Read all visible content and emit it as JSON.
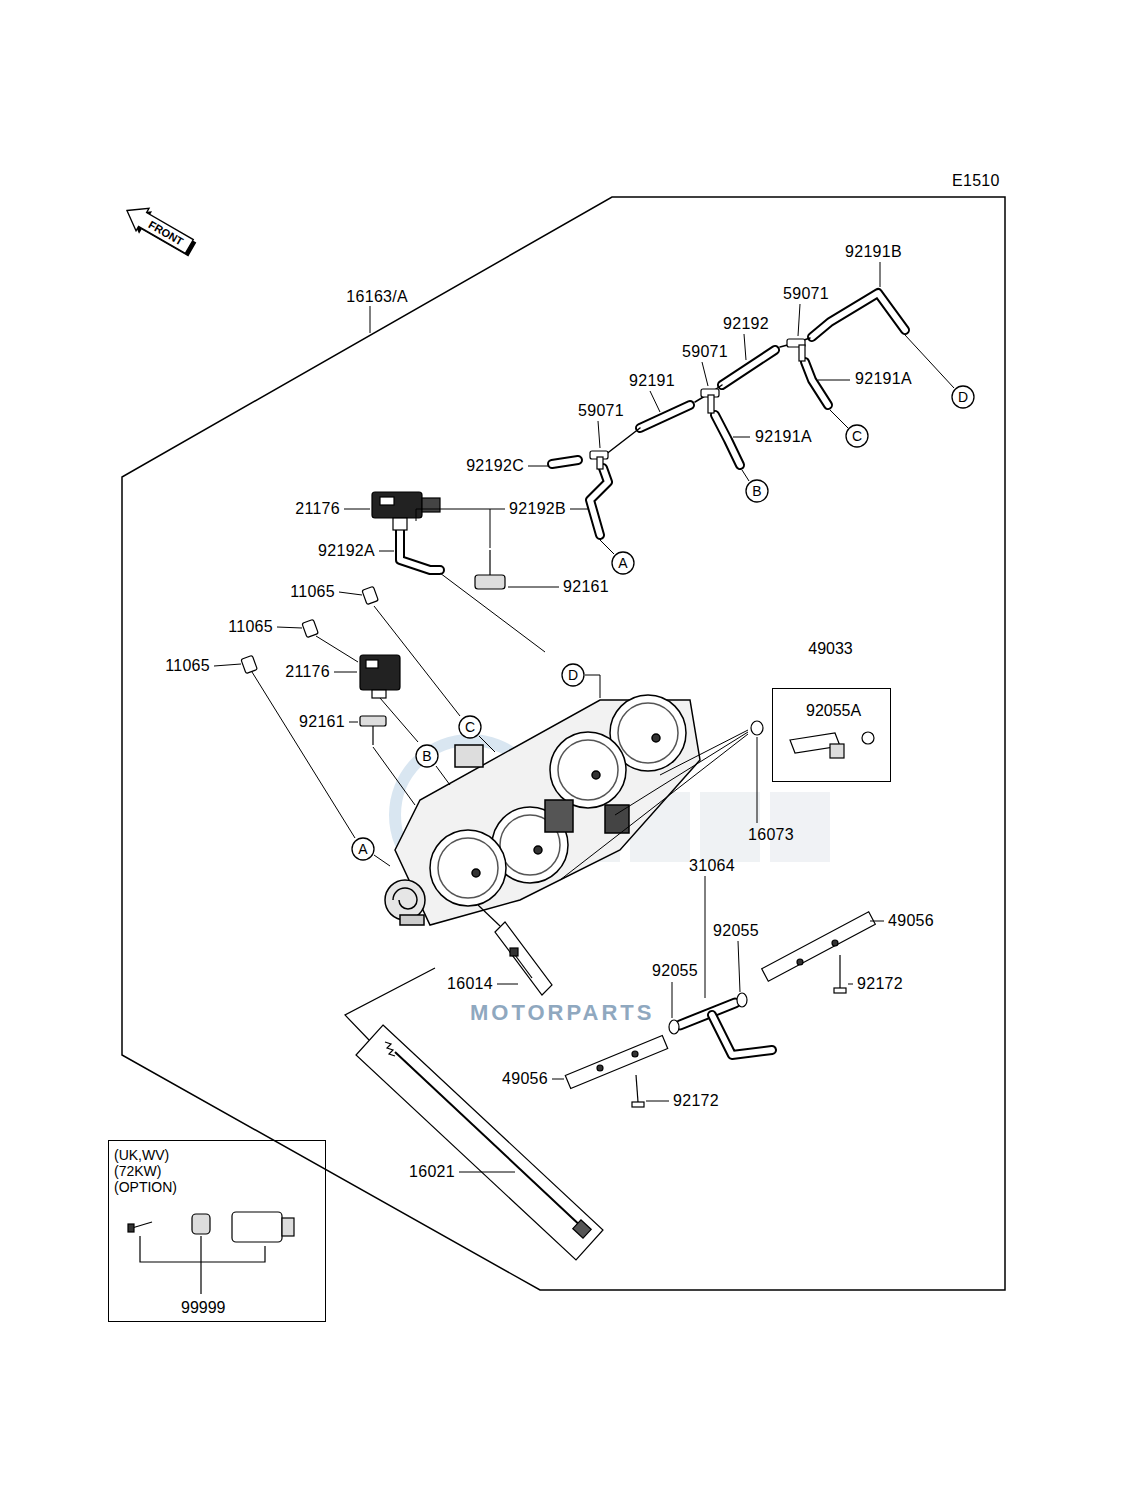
{
  "diagram": {
    "nodes": [
      {
        "text": [
          "FRONT"
        ]
      },
      {
        "text": [
          "D"
        ]
      },
      {
        "text": [
          "C"
        ]
      },
      {
        "text": [
          "B"
        ]
      },
      {
        "text": [
          "A"
        ]
      },
      {
        "text": [
          "D"
        ]
      },
      {
        "text": [
          "C"
        ]
      },
      {
        "text": [
          "B"
        ]
      },
      {
        "text": [
          "A"
        ]
      },
      {
        "text": [
          "49033",
          "92055A"
        ]
      },
      {
        "text": [
          "(UK,WV) (72KW) (OPTION)",
          "99999"
        ]
      }
    ],
    "labels": [
      "E1510",
      "16163/A",
      "92191B",
      "59071",
      "92192",
      "59071",
      "92191",
      "92191A",
      "59071",
      "92191A",
      "92192C",
      "21176",
      "92192B",
      "92192A",
      "92161",
      "11065",
      "11065",
      "21176",
      "11065",
      "92161",
      "16073",
      "31064",
      "92055",
      "49056",
      "92055",
      "16014",
      "92172",
      "49056",
      "92172",
      "16021",
      "MOTORPARTS"
    ]
  }
}
